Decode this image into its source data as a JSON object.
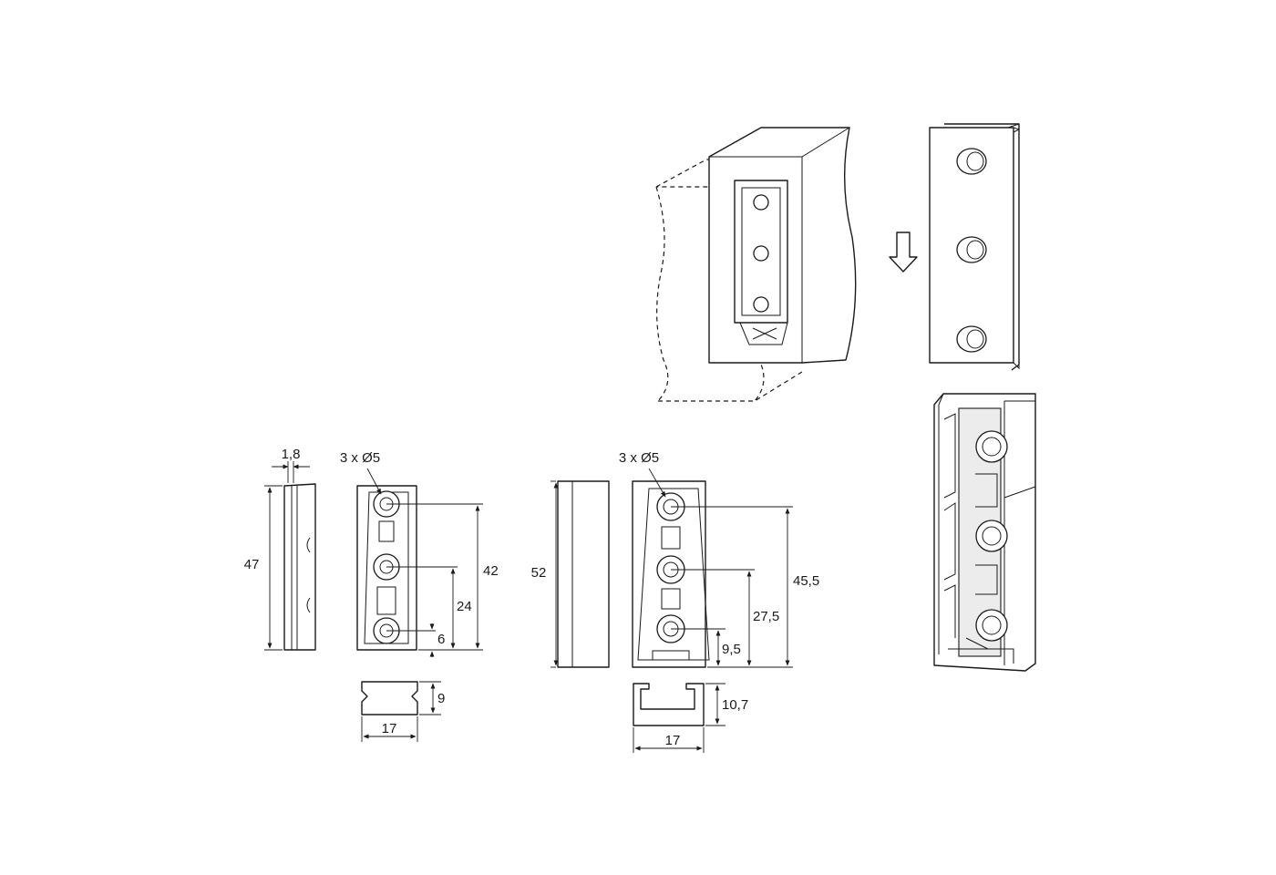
{
  "small_plate": {
    "thickness": "1,8",
    "height": "47",
    "holes": "3 x Ø5",
    "hole_top_offset": "42",
    "hole_mid_offset": "24",
    "hole_bottom_offset": "6",
    "profile_height": "9",
    "profile_width": "17"
  },
  "large_plate": {
    "height": "52",
    "holes": "3 x Ø5",
    "hole_top_offset": "45,5",
    "hole_mid_offset": "27,5",
    "hole_bottom_offset": "9,5",
    "profile_height": "10,7",
    "profile_width": "17"
  }
}
